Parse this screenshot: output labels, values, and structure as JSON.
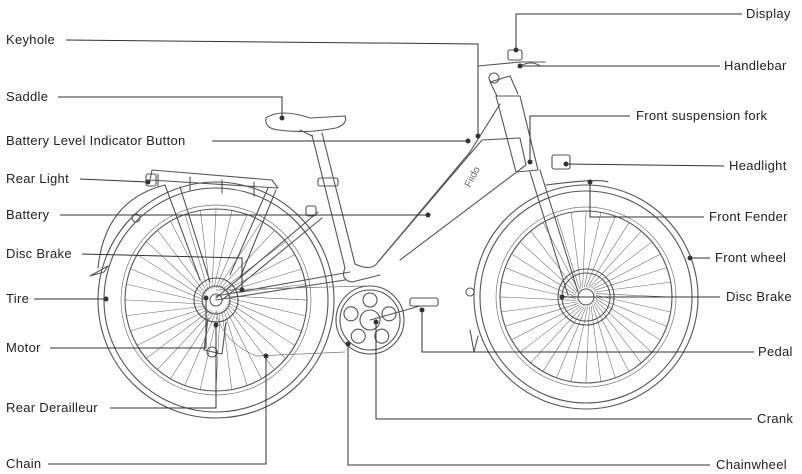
{
  "diagram": {
    "brand": "Fiido",
    "labels": {
      "display": "Display",
      "keyhole": "Keyhole",
      "handlebar": "Handlebar",
      "saddle": "Saddle",
      "front_suspension_fork": "Front suspension fork",
      "battery_level_indicator_button": "Battery Level Indicator Button",
      "headlight": "Headlight",
      "rear_light": "Rear Light",
      "battery": "Battery",
      "front_fender": "Front Fender",
      "front_wheel": "Front wheel",
      "disc_brake_rear": "Disc Brake",
      "disc_brake_front": "Disc Brake",
      "tire": "Tire",
      "motor": "Motor",
      "pedal": "Pedal",
      "rear_derailleur": "Rear Derailleur",
      "crank": "Crank",
      "chain": "Chain",
      "chainwheel": "Chainwheel"
    }
  }
}
